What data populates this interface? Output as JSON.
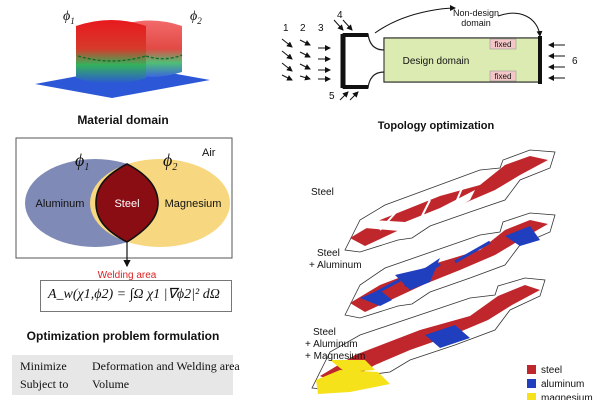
{
  "material": {
    "phi1": "ϕ",
    "phi1_sub": "1",
    "phi2": "ϕ",
    "phi2_sub": "2",
    "title": "Material domain"
  },
  "venn": {
    "phi1": "ϕ",
    "phi1_sub": "1",
    "phi2": "ϕ",
    "phi2_sub": "2",
    "air": "Air",
    "left": "Aluminum",
    "center": "Steel",
    "right": "Magnesium",
    "welding": "Welding area",
    "formula": "A_w(χ1,ϕ2) = ∫Ω χ1 |∇ϕ2|² dΩ",
    "colors": {
      "aluminum": "#7f8bb6",
      "magnesium": "#f7d77f",
      "steel": "#8b0d14"
    }
  },
  "formulation": {
    "title": "Optimization problem formulation",
    "rows": [
      {
        "key": "Minimize",
        "value": "Deformation and Welding area"
      },
      {
        "key": "Subject to",
        "value": "Volume"
      }
    ]
  },
  "domain": {
    "nums": [
      "1",
      "2",
      "3",
      "4",
      "5",
      "6"
    ],
    "nondesign": "Non-design",
    "nondesign2": "domain",
    "design": "Design domain",
    "fixed": "fixed",
    "fixed2": "fixed",
    "title": "Topology optimization"
  },
  "plates": {
    "steel": "Steel",
    "steel_al_1": "Steel",
    "steel_al_2": "+ Aluminum",
    "three_1": "Steel",
    "three_2": "+ Aluminum",
    "three_3": "+ Magnesium"
  },
  "legend": [
    {
      "label": "steel",
      "color": "#c0272d"
    },
    {
      "label": "aluminum",
      "color": "#1f3fbf"
    },
    {
      "label": "magnesium",
      "color": "#f5e21a"
    }
  ]
}
